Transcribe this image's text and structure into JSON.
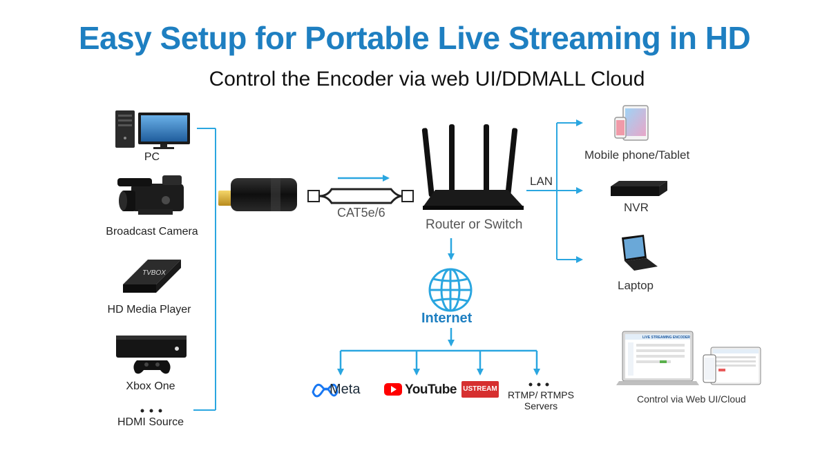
{
  "title": "Easy Setup for Portable Live Streaming in HD",
  "subtitle": "Control the Encoder via web UI/DDMALL Cloud",
  "sources": [
    {
      "label": "PC",
      "icon": "pc-icon"
    },
    {
      "label": "Broadcast Camera",
      "icon": "broadcast-camera-icon"
    },
    {
      "label": "HD Media Player",
      "icon": "media-player-icon"
    },
    {
      "label": "Xbox One",
      "icon": "xbox-icon"
    },
    {
      "label": "HDMI Source",
      "icon": "more-dots-icon"
    }
  ],
  "media_player_brand": "TVBOX",
  "cable_label": "CAT5e/6",
  "router_label": "Router or Switch",
  "lan_label": "LAN",
  "internet_label": "Internet",
  "lan_devices": [
    {
      "label": "Mobile phone/Tablet",
      "icon": "tablet-phone-icon"
    },
    {
      "label": "NVR",
      "icon": "nvr-icon"
    },
    {
      "label": "Laptop",
      "icon": "laptop-icon"
    }
  ],
  "platforms": {
    "meta": "Meta",
    "youtube": "YouTube",
    "ustream": "USTREAM",
    "rtmp_line1": "RTMP/ RTMPS",
    "rtmp_line2": "Servers"
  },
  "control_label": "Control via Web UI/Cloud",
  "screen_title": "LIVE STREAMING ENCODER",
  "colors": {
    "title": "#1e7fc1",
    "arrow": "#2aa6e0",
    "internet": "#1e7fc1"
  }
}
